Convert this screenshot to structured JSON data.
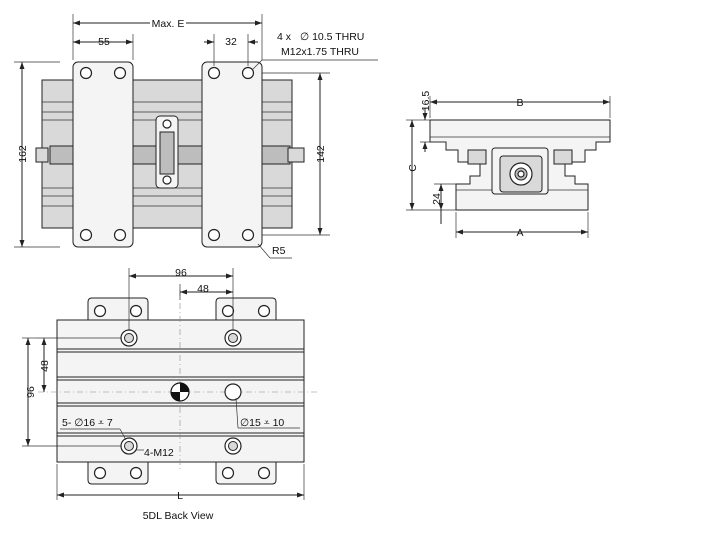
{
  "top_view": {
    "max_e": "Max. E",
    "dim_55": "55",
    "dim_32": "32",
    "holes_note_1": "4 x",
    "holes_note_dia": "∅ 10.5 THRU",
    "holes_note_2": "M12x1.75 THRU",
    "dim_162": "162",
    "dim_142": "142",
    "radius": "R5"
  },
  "side_view": {
    "dim_16_5": "16.5",
    "dim_b": "B",
    "dim_c": "C",
    "dim_24": "24",
    "dim_a": "A"
  },
  "back_view": {
    "dim_96_top": "96",
    "dim_48_top": "48",
    "dim_48_side": "48",
    "dim_96_side": "96",
    "hole_note_left": "5- ∅16 ⩡ 7",
    "thread_note": "4-M12",
    "hole_note_right": "∅15 ⩡ 10",
    "dim_l": "L",
    "caption": "5DL Back View"
  }
}
